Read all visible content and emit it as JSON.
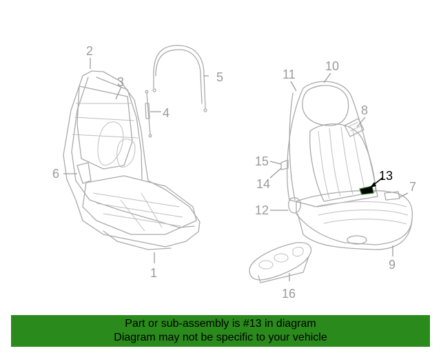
{
  "callouts": {
    "c1": "1",
    "c2": "2",
    "c3": "3",
    "c4": "4",
    "c5": "5",
    "c6": "6",
    "c7": "7",
    "c8": "8",
    "c9": "9",
    "c10": "10",
    "c11": "11",
    "c12": "12",
    "c13": "13",
    "c14": "14",
    "c15": "15",
    "c16": "16"
  },
  "highlight": {
    "part": "13",
    "color": "#000000"
  },
  "banner": {
    "line1": "Part or sub-assembly is #13 in diagram",
    "line2": "Diagram may not be specific to your vehicle",
    "background": "#2a8a1c"
  }
}
